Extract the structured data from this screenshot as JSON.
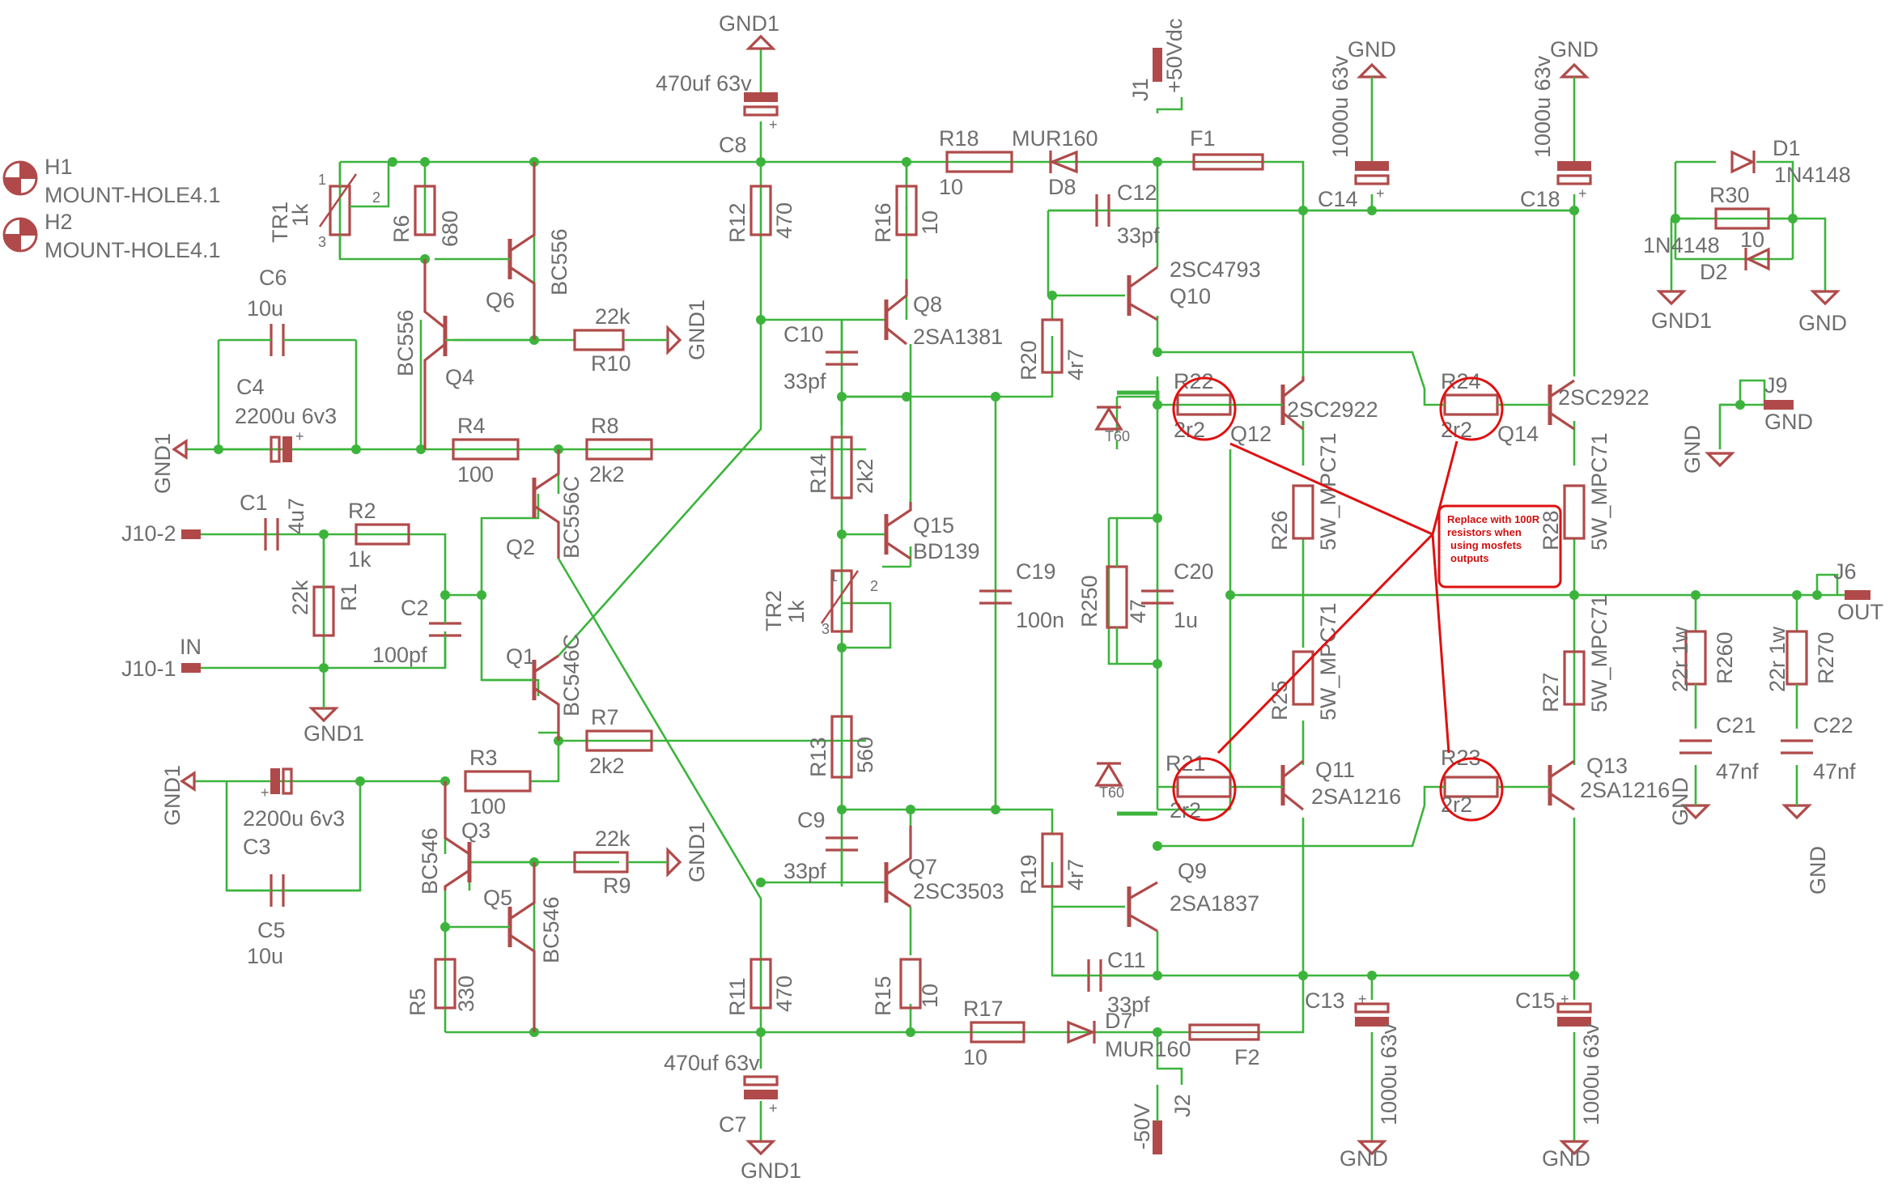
{
  "mount_holes": [
    {
      "ref": "H1",
      "value": "MOUNT-HOLE4.1"
    },
    {
      "ref": "H2",
      "value": "MOUNT-HOLE4.1"
    }
  ],
  "power": {
    "gnd1": "GND1",
    "gnd": "GND",
    "vpos": "+50Vdc",
    "vneg": "-50V",
    "j1": "J1",
    "j2": "J2"
  },
  "connectors": {
    "j10_2": "J10-2",
    "j10_1": "J10-1",
    "in": "IN",
    "j6": "J6",
    "out": "OUT",
    "j9": "J9"
  },
  "resistors": {
    "r1": {
      "ref": "R1",
      "value": "22k"
    },
    "r2": {
      "ref": "R2",
      "value": "1k"
    },
    "r3": {
      "ref": "R3",
      "value": "100"
    },
    "r4": {
      "ref": "R4",
      "value": "100"
    },
    "r5": {
      "ref": "R5",
      "value": "330"
    },
    "r6": {
      "ref": "R6",
      "value": "680"
    },
    "r7": {
      "ref": "R7",
      "value": "2k2"
    },
    "r8": {
      "ref": "R8",
      "value": "2k2"
    },
    "r9": {
      "ref": "R9",
      "value": "22k"
    },
    "r10": {
      "ref": "R10",
      "value": "22k"
    },
    "r11": {
      "ref": "R11",
      "value": "470"
    },
    "r12": {
      "ref": "R12",
      "value": "470"
    },
    "r13": {
      "ref": "R13",
      "value": "560"
    },
    "r14": {
      "ref": "R14",
      "value": "2k2"
    },
    "r15": {
      "ref": "R15",
      "value": "10"
    },
    "r16": {
      "ref": "R16",
      "value": "10"
    },
    "r17": {
      "ref": "R17",
      "value": "10"
    },
    "r18": {
      "ref": "R18",
      "value": "10"
    },
    "r19": {
      "ref": "R19",
      "value": "4r7"
    },
    "r20": {
      "ref": "R20",
      "value": "4r7"
    },
    "r21": {
      "ref": "R21",
      "value": "2r2"
    },
    "r22": {
      "ref": "R22",
      "value": "2r2"
    },
    "r23": {
      "ref": "R23",
      "value": "2r2"
    },
    "r24": {
      "ref": "R24",
      "value": "2r2"
    },
    "r25": {
      "ref": "R25",
      "value": "5W_MPC71"
    },
    "r26": {
      "ref": "R26",
      "value": "5W_MPC71"
    },
    "r27": {
      "ref": "R27",
      "value": "5W_MPC71"
    },
    "r28": {
      "ref": "R28",
      "value": "5W_MPC71"
    },
    "r30": {
      "ref": "R30",
      "value": "10"
    },
    "r250": {
      "ref": "R250",
      "value": "47"
    },
    "r260": {
      "ref": "R260",
      "value": "22r 1w"
    },
    "r270": {
      "ref": "R270",
      "value": "22r 1w"
    }
  },
  "trimmers": {
    "tr1": {
      "ref": "TR1",
      "value": "1k",
      "pins": [
        "1",
        "2",
        "3"
      ]
    },
    "tr2": {
      "ref": "TR2",
      "value": "1k",
      "pins": [
        "1",
        "2",
        "3"
      ]
    }
  },
  "capacitors": {
    "c1": {
      "ref": "C1",
      "value": "4u7"
    },
    "c2": {
      "ref": "C2",
      "value": "100pf"
    },
    "c3": {
      "ref": "C3",
      "value": "2200u 6v3"
    },
    "c4": {
      "ref": "C4",
      "value": "2200u 6v3"
    },
    "c5": {
      "ref": "C5",
      "value": "10u"
    },
    "c6": {
      "ref": "C6",
      "value": "10u"
    },
    "c7": {
      "ref": "C7",
      "value": "470uf 63v"
    },
    "c8": {
      "ref": "C8",
      "value": "470uf 63v"
    },
    "c9": {
      "ref": "C9",
      "value": "33pf"
    },
    "c10": {
      "ref": "C10",
      "value": "33pf"
    },
    "c11": {
      "ref": "C11",
      "value": "33pf"
    },
    "c12": {
      "ref": "C12",
      "value": "33pf"
    },
    "c13": {
      "ref": "C13",
      "value": "1000u 63v"
    },
    "c14": {
      "ref": "C14",
      "value": "1000u 63v"
    },
    "c15": {
      "ref": "C15",
      "value": "1000u 63v"
    },
    "c18": {
      "ref": "C18",
      "value": "1000u 63v"
    },
    "c19": {
      "ref": "C19",
      "value": "100n"
    },
    "c20": {
      "ref": "C20",
      "value": "1u"
    },
    "c21": {
      "ref": "C21",
      "value": "47nf"
    },
    "c22": {
      "ref": "C22",
      "value": "47nf"
    }
  },
  "transistors": {
    "q1": {
      "ref": "Q1",
      "type": "BC546C"
    },
    "q2": {
      "ref": "Q2",
      "type": "BC556C"
    },
    "q3": {
      "ref": "Q3",
      "type": "BC546"
    },
    "q4": {
      "ref": "Q4",
      "type": "BC556"
    },
    "q5": {
      "ref": "Q5",
      "type": "BC546"
    },
    "q6": {
      "ref": "Q6",
      "type": "BC556"
    },
    "q7": {
      "ref": "Q7",
      "type": "2SC3503"
    },
    "q8": {
      "ref": "Q8",
      "type": "2SA1381"
    },
    "q9": {
      "ref": "Q9",
      "type": "2SA1837"
    },
    "q10": {
      "ref": "Q10",
      "type": "2SC4793"
    },
    "q11": {
      "ref": "Q11",
      "type": "2SA1216"
    },
    "q12": {
      "ref": "Q12",
      "type": "2SC2922"
    },
    "q13": {
      "ref": "Q13",
      "type": "2SA1216"
    },
    "q14": {
      "ref": "Q14",
      "type": "2SC2922"
    },
    "q15": {
      "ref": "Q15",
      "type": "BD139"
    }
  },
  "diodes": {
    "d1": {
      "ref": "D1",
      "type": "1N4148"
    },
    "d2": {
      "ref": "D2",
      "type": "1N4148"
    },
    "d7": {
      "ref": "D7",
      "type": "MUR160"
    },
    "d8": {
      "ref": "D8",
      "type": "MUR160"
    },
    "zener_upper": "T60",
    "zener_lower": "T60"
  },
  "fuses": {
    "f1": "F1",
    "f2": "F2"
  },
  "annotation": {
    "text_lines": [
      "Replace with 100R",
      "resistors when",
      "using mosfets",
      "outputs"
    ]
  },
  "colors": {
    "wire": "#3cb43c",
    "symbol": "#b04a4a",
    "label": "#6e6e6e",
    "annotation": "#e01010"
  }
}
